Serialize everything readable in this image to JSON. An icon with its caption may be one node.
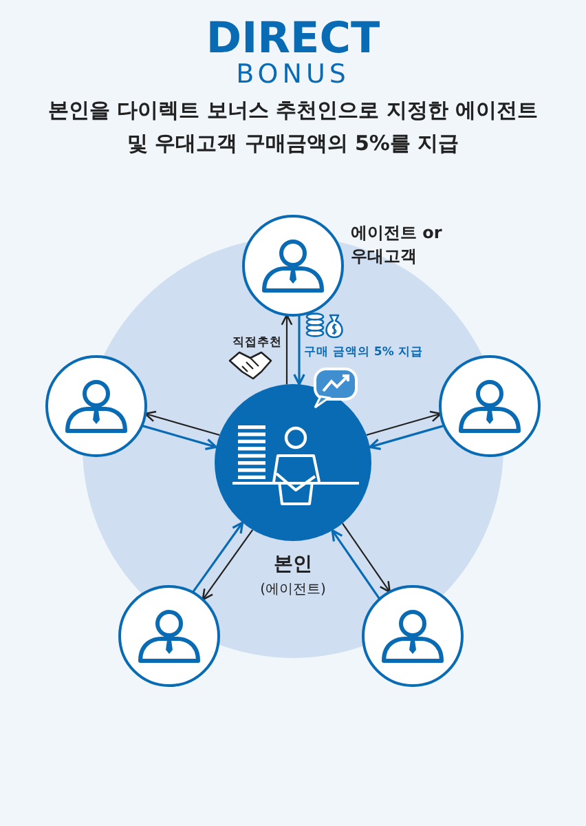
{
  "diagram": {
    "title": "DIRECT",
    "nodes": [
      {
        "text": [
          "에이전트 or 우대고객"
        ]
      },
      {
        "text": [],
        "shape": "person"
      },
      {
        "text": [
          "본인",
          "(에이전트)"
        ]
      },
      {
        "text": [],
        "shape": "person"
      },
      {
        "text": [],
        "shape": "person"
      },
      {
        "text": [],
        "shape": "person"
      }
    ],
    "edges": [
      {
        "from": 2,
        "to": 0,
        "arrow": "to",
        "label": "직접추천"
      },
      {
        "from": 0,
        "to": 2,
        "arrow": "to",
        "color": "#0a6bb5",
        "label": "구매 금액의 **5%** 지급"
      },
      {
        "from": 2,
        "to": 1,
        "arrow": "to"
      },
      {
        "from": 1,
        "to": 2,
        "arrow": "to",
        "color": "#0a6bb5"
      },
      {
        "from": 2,
        "to": 3,
        "arrow": "to"
      },
      {
        "from": 3,
        "to": 2,
        "arrow": "to",
        "color": "#0a6bb5"
      },
      {
        "from": 2,
        "to": 4,
        "arrow": "to"
      },
      {
        "from": 4,
        "to": 2,
        "arrow": "to",
        "color": "#0a6bb5"
      },
      {
        "from": 2,
        "to": 5,
        "arrow": "to"
      },
      {
        "from": 5,
        "to": 2,
        "arrow": "to",
        "color": "#0a6bb5"
      }
    ],
    "labels": [
      "BONUS",
      "본인을 다이렉트 보너스 추천인으로 지정한 에이전트 및 우대고객 구매금액의 5%를 지급"
    ]
  }
}
